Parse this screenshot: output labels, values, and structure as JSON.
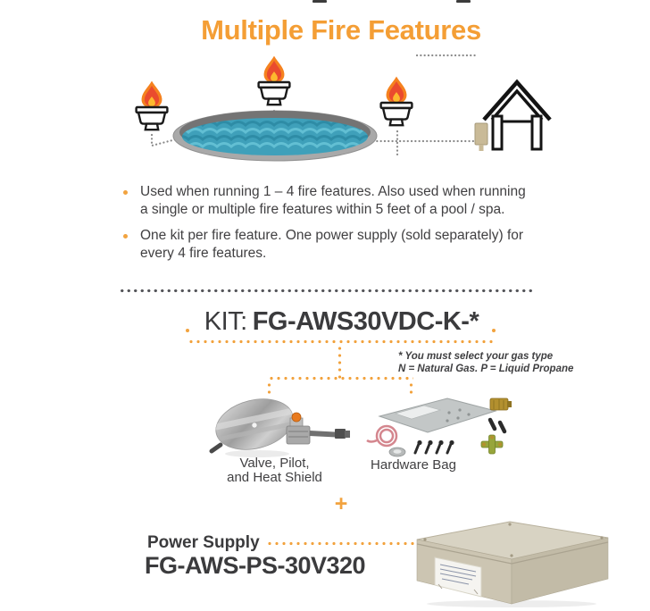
{
  "title": "Multiple Fire Features",
  "bullets": [
    "Used when running 1 – 4 fire features. Also used when running\na single or multiple fire features within 5 feet of a pool / spa.",
    "One kit per fire feature. One power supply (sold separately) for\nevery 4 fire features."
  ],
  "kit": {
    "label": "KIT:",
    "model": "FG-AWS30VDC-K-*",
    "gas_note_line1": "* You must select your gas type",
    "gas_note_line2": "N = Natural Gas. P = Liquid Propane",
    "component1_line1": "Valve, Pilot,",
    "component1_line2": "and Heat Shield",
    "component2": "Hardware Bag"
  },
  "plus_sign": "+",
  "power_supply": {
    "label": "Power Supply",
    "model": "FG-AWS-PS-30V320"
  },
  "colors": {
    "accent_orange": "#F2A33F",
    "title_orange": "#F49E35",
    "text_dark": "#414042",
    "divider_gray": "#55565A",
    "flame_outer": "#F5821F",
    "flame_inner": "#EA4B2E",
    "flame_core": "#FDB92E",
    "pool_teal": "#3FA0BA"
  }
}
